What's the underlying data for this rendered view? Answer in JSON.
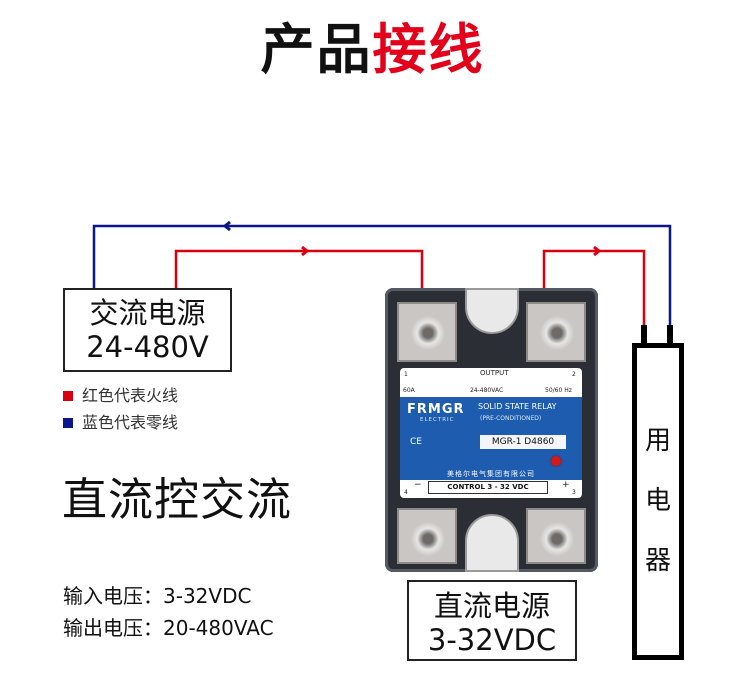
{
  "title": {
    "part1": "产品",
    "part2": "接线"
  },
  "colors": {
    "live": "#d8000f",
    "neutral": "#0b1788",
    "accent": "#e3001b"
  },
  "ac_source": {
    "line1": "交流电源",
    "line2": "24-480V"
  },
  "legend": [
    {
      "color": "#d8000f",
      "label": "红色代表火线"
    },
    {
      "color": "#0b1788",
      "label": "蓝色代表零线"
    }
  ],
  "slogan": "直流控交流",
  "specs": [
    {
      "label": "输入电压：",
      "value": "3-32VDC"
    },
    {
      "label": "输出电压：",
      "value": "20-480VAC"
    }
  ],
  "dc_source": {
    "line1": "直流电源",
    "line2": "3-32VDC"
  },
  "appliance": {
    "chars": [
      "用",
      "电",
      "器"
    ]
  },
  "relay": {
    "output_label": "OUTPUT",
    "terminal1": "1",
    "terminal2": "2",
    "terminal3": "3",
    "terminal4": "4",
    "current": "60A",
    "voltage": "24-480VAC",
    "frequency": "50/60 Hz",
    "brand": "FRMGR",
    "brand_sub": "ELECTRIC",
    "type": "SOLID STATE RELAY",
    "type_sub": "(PRE-CONDITIONED)",
    "model": "MGR-1  D4860",
    "ce": "CE",
    "company": "美格尔电气集团有限公司",
    "control": "CONTROL 3 - 32 VDC",
    "minus": "−",
    "plus": "+"
  }
}
